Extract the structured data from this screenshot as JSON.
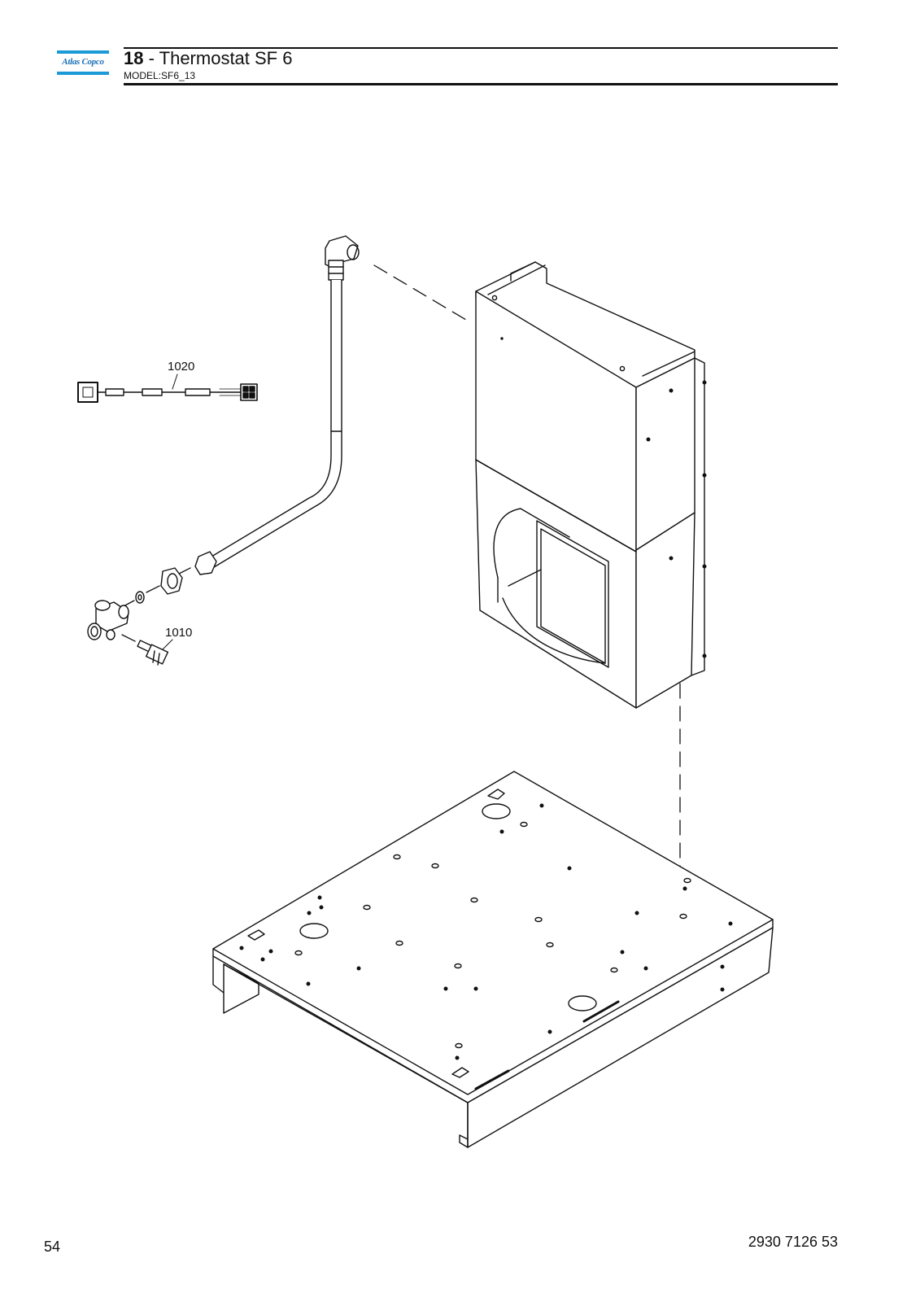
{
  "header": {
    "logo_text": "Atlas Copco",
    "section_number": "18",
    "separator": " - ",
    "section_title": "Thermostat SF 6",
    "model": "MODEL:SF6_13"
  },
  "callouts": [
    {
      "label": "1020"
    },
    {
      "label": "1010"
    }
  ],
  "footer": {
    "page_number": "54",
    "document_number": "2930 7126 53"
  }
}
